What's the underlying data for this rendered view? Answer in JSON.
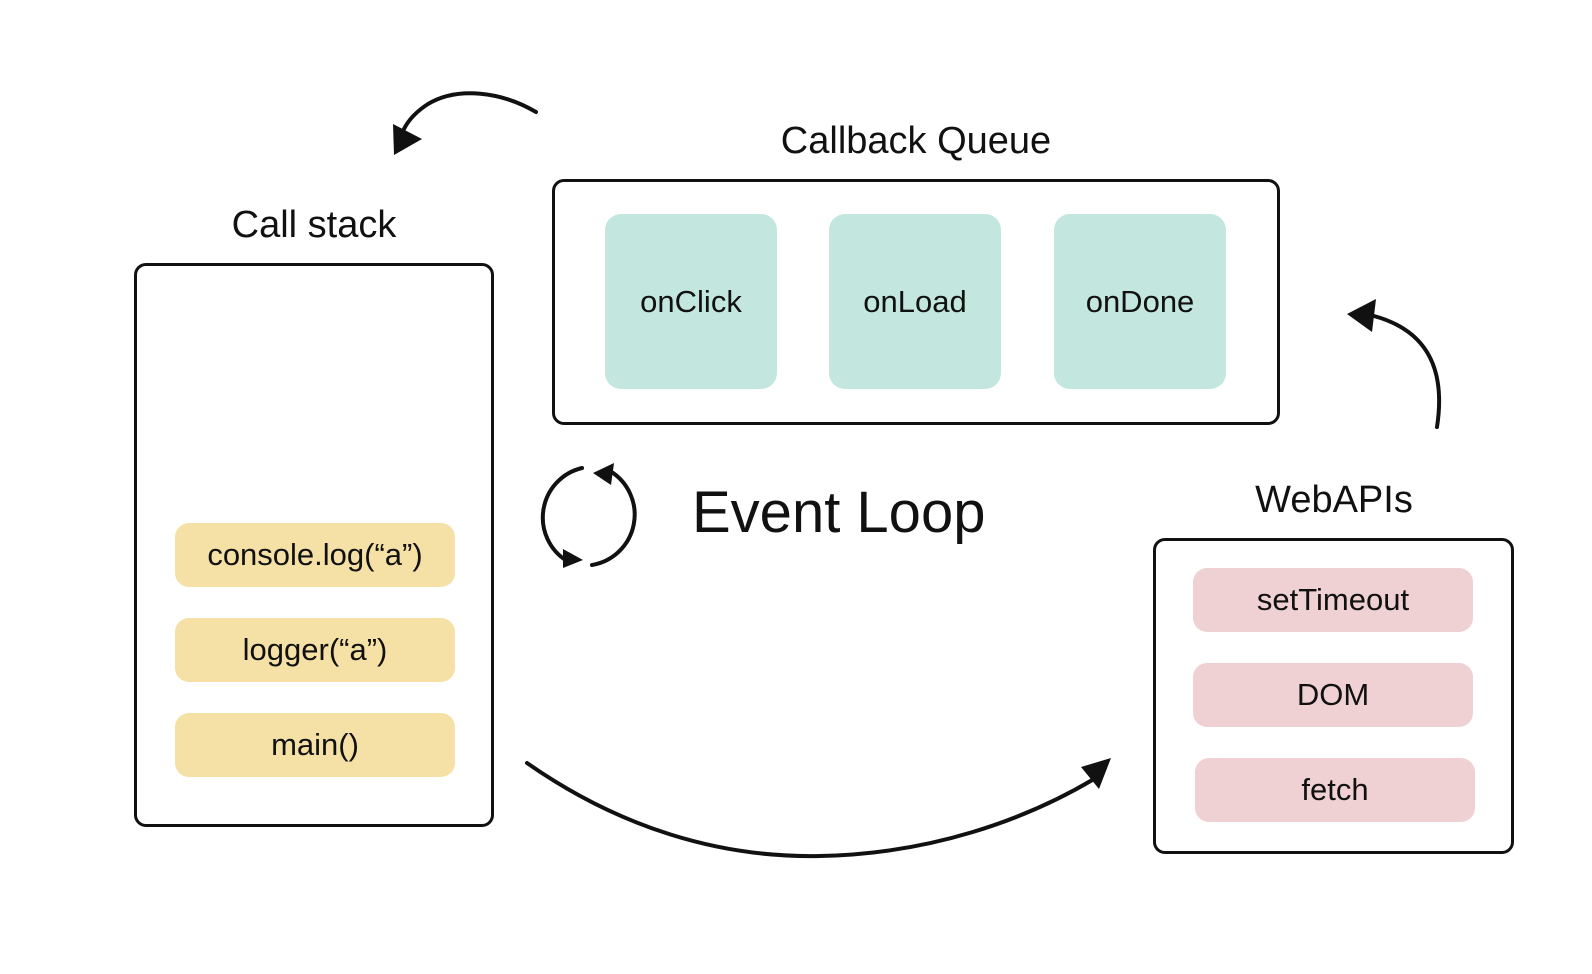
{
  "colors": {
    "stack_frame": "#f5e1a6",
    "callback": "#c3e7de",
    "webapi": "#efd1d4",
    "stroke": "#111111",
    "background": "#ffffff"
  },
  "call_stack": {
    "title": "Call stack",
    "frames": [
      "console.log(“a”)",
      "logger(“a”)",
      "main()"
    ]
  },
  "callback_queue": {
    "title": "Callback Queue",
    "items": [
      "onClick",
      "onLoad",
      "onDone"
    ]
  },
  "event_loop": {
    "label": "Event Loop",
    "icon": "cycle-arrows-icon"
  },
  "web_apis": {
    "title": "WebAPIs",
    "items": [
      "setTimeout",
      "DOM",
      "fetch"
    ]
  },
  "arrows": [
    {
      "name": "queue-to-stack-arrow",
      "icon": "curved-arrow-icon"
    },
    {
      "name": "stack-to-webapis-arrow",
      "icon": "curved-arrow-icon"
    },
    {
      "name": "webapis-to-queue-arrow",
      "icon": "curved-arrow-icon"
    }
  ]
}
